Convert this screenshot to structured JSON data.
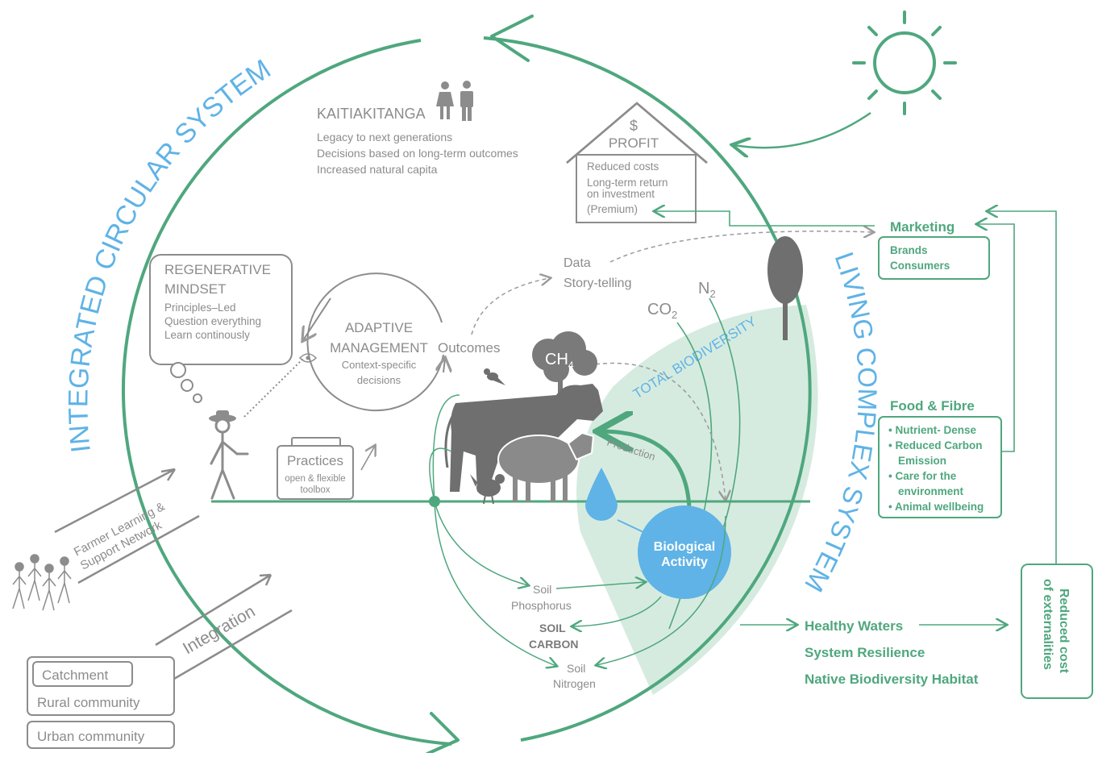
{
  "arcs": {
    "integrated": "INTEGRATED CIRCULAR SYSTEM",
    "living": "LIVING COMPLEX SYSTEM",
    "total_biodiversity": "TOTAL BIODIVERSITY"
  },
  "kaitiakitanga": {
    "title": "KAITIAKITANGA",
    "lines": [
      "Legacy to next generations",
      "Decisions based on long-term outcomes",
      "Increased natural capita"
    ]
  },
  "profit": {
    "symbol": "$",
    "title": "PROFIT",
    "lines": [
      "Reduced costs",
      "Long-term return",
      "on investment",
      "(Premium)"
    ]
  },
  "mindset": {
    "title1": "REGENERATIVE",
    "title2": "MINDSET",
    "lines": [
      "Principles–Led",
      "Question everything",
      "Learn continously"
    ]
  },
  "adaptive": {
    "title1": "ADAPTIVE",
    "title2": "MANAGEMENT",
    "sub1": "Context-specific",
    "sub2": "decisions",
    "outcomes": "Outcomes"
  },
  "data_story": {
    "data": "Data",
    "story": "Story-telling"
  },
  "gases": {
    "n2": "N",
    "n2_sub": "2",
    "co2": "CO",
    "co2_sub": "2",
    "ch4": "CH",
    "ch4_sub": "4"
  },
  "practices": {
    "title": "Practices",
    "sub1": "open & flexible",
    "sub2": "toolbox"
  },
  "production": "Production",
  "biological": {
    "line1": "Biological",
    "line2": "Activity"
  },
  "soils": {
    "phosphorus1": "Soil",
    "phosphorus2": "Phosphorus",
    "carbon1": "SOIL",
    "carbon2": "CARBON",
    "nitrogen1": "Soil",
    "nitrogen2": "Nitrogen"
  },
  "outcomes_list": [
    "Healthy Waters",
    "System Resilience",
    "Native Biodiversity Habitat"
  ],
  "marketing": {
    "title": "Marketing",
    "items": [
      "Brands",
      "Consumers"
    ]
  },
  "food_fibre": {
    "title": "Food & Fibre",
    "items": [
      "• Nutrient- Dense",
      "• Reduced Carbon",
      "Emission",
      "• Care for the",
      "environment",
      "• Animal wellbeing"
    ]
  },
  "externalities": {
    "line1": "Reduced cost",
    "line2": "of externalities"
  },
  "network": {
    "line1": "Farmer Learning &",
    "line2": "Support Network"
  },
  "integration": "Integration",
  "communities": {
    "catchment": "Catchment",
    "rural": "Rural community",
    "urban": "Urban community"
  },
  "colors": {
    "green": "#4fa77e",
    "blue": "#5fb3e6",
    "grey": "#8c8c8c",
    "light_green": "#d6ebdf",
    "animal": "#6f6f6f"
  }
}
